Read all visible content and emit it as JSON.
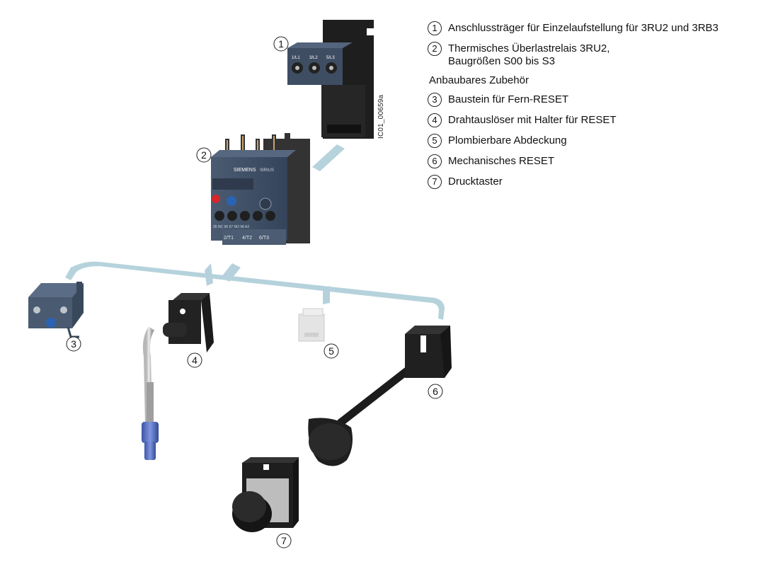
{
  "legend": {
    "items_top": [
      {
        "num": "1",
        "text": "Anschlussträger für Einzelaufstellung für 3RU2 und 3RB3"
      },
      {
        "num": "2",
        "text": "Thermisches Überlastrelais 3RU2,\nBaugrößen S00 bis S3"
      }
    ],
    "heading": "Anbaubares Zubehör",
    "items_bottom": [
      {
        "num": "3",
        "text": "Baustein für Fern-RESET"
      },
      {
        "num": "4",
        "text": "Drahtauslöser mit Halter für RESET"
      },
      {
        "num": "5",
        "text": "Plombierbare Abdeckung"
      },
      {
        "num": "6",
        "text": "Mechanisches RESET"
      },
      {
        "num": "7",
        "text": "Drucktaster"
      }
    ]
  },
  "image_code": "IC01_00659a",
  "callouts": [
    "1",
    "2",
    "3",
    "4",
    "5",
    "6",
    "7"
  ],
  "device_labels": {
    "terminal_top": [
      "1/L1",
      "3/L2",
      "5/L3"
    ],
    "brand": "SIEMENS",
    "series": "SIRIUS",
    "terminal_bottom": [
      "2/T1",
      "4/T2",
      "6/T3"
    ],
    "contacts": "95 NC 96    97 NO 98    A2"
  },
  "colors": {
    "device_body": "#3f4e63",
    "device_dark": "#2b2b2b",
    "connector_bar": "#a9cbd6",
    "reset_red": "#d7262b",
    "reset_blue": "#2a63b3",
    "wire_cap_blue": "#4d67b8"
  }
}
